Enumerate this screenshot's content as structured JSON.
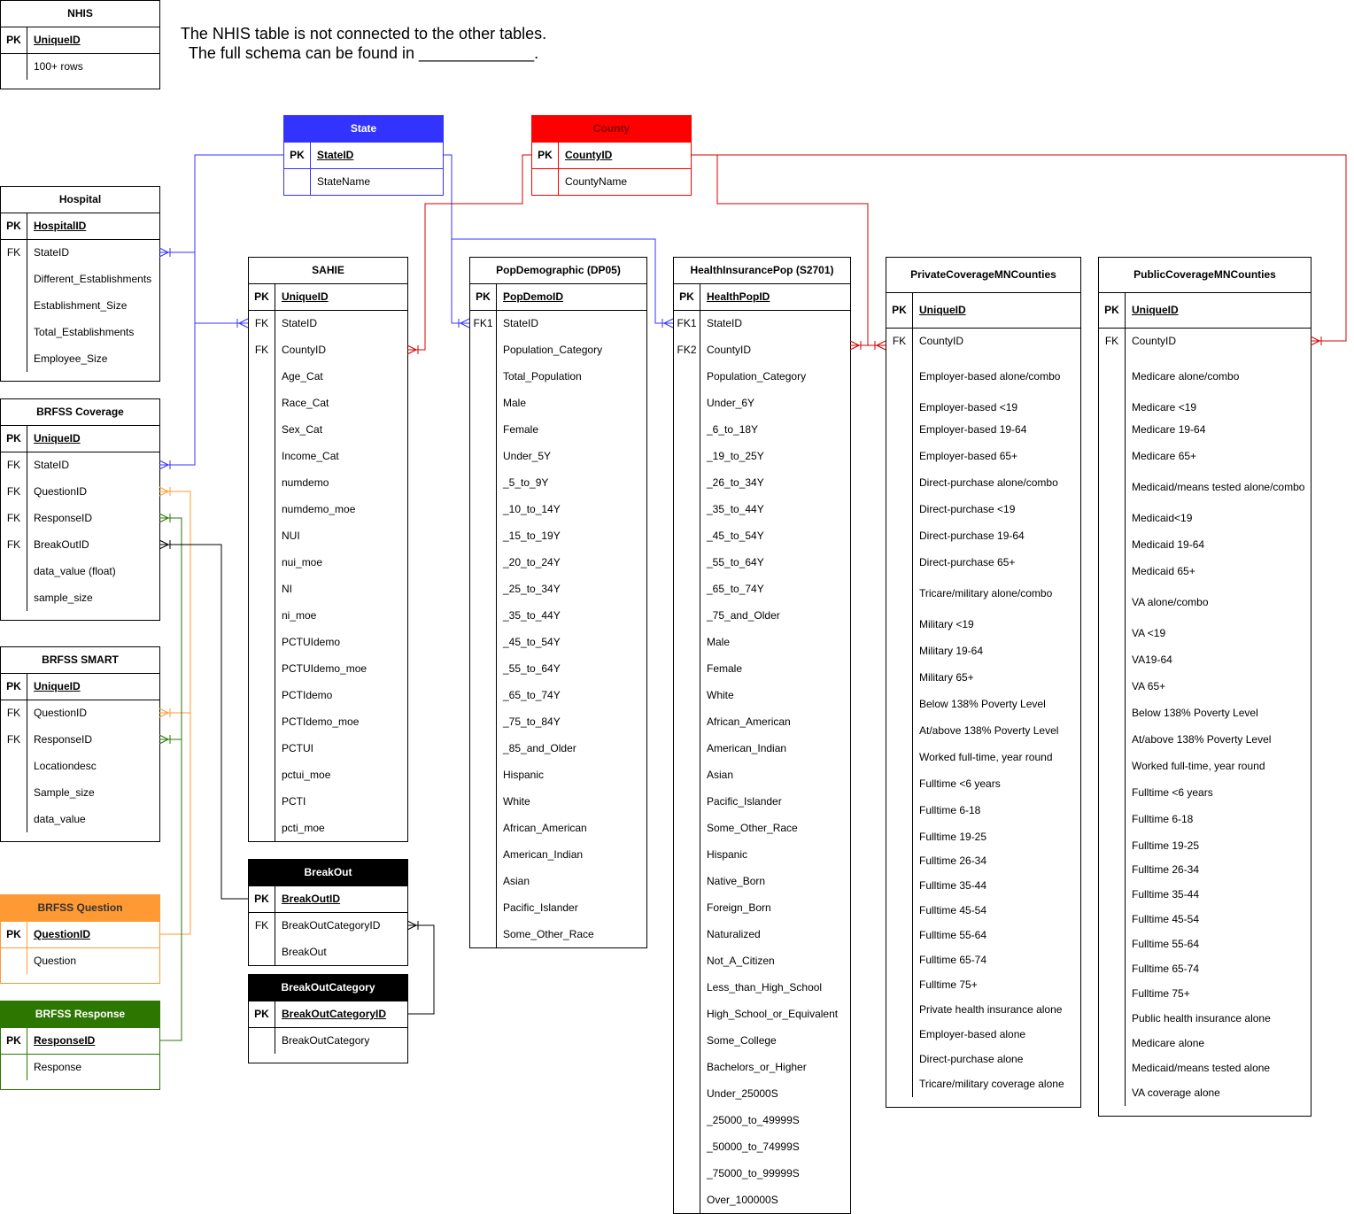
{
  "note": {
    "line1": "The NHIS table is not connected to the other tables.",
    "line2": "The full schema can be found in _____________."
  },
  "link_colors": {
    "state": "#3333FF",
    "county": "#D40000",
    "question": "#FF9933",
    "response": "#2D7600",
    "breakout": "#000000"
  },
  "tables": [
    {
      "name": "NHIS",
      "rows": [
        {
          "key": "PK",
          "field": "UniqueID"
        },
        {
          "field": "100+ rows"
        }
      ]
    },
    {
      "name": "State",
      "header_color": "#3333FF",
      "header_text_color": "#FFFFFF",
      "border_color": "#3333FF",
      "rows": [
        {
          "key": "PK",
          "field": "StateID"
        },
        {
          "field": "StateName"
        }
      ]
    },
    {
      "name": "County",
      "header_color": "#FF0000",
      "header_text_color": "#7F0000",
      "border_color": "#FF0000",
      "rows": [
        {
          "key": "PK",
          "field": "CountyID"
        },
        {
          "field": "CountyName"
        }
      ]
    },
    {
      "name": "Hospital",
      "rows": [
        {
          "key": "PK",
          "field": "HospitalID"
        },
        {
          "key": "FK",
          "field": "StateID"
        },
        {
          "field": "Different_Establishments"
        },
        {
          "field": "Establishment_Size"
        },
        {
          "field": "Total_Establishments"
        },
        {
          "field": "Employee_Size"
        }
      ]
    },
    {
      "name": "BRFSS Coverage",
      "rows": [
        {
          "key": "PK",
          "field": "UniqueID"
        },
        {
          "key": "FK",
          "field": "StateID"
        },
        {
          "key": "FK",
          "field": "QuestionID"
        },
        {
          "key": "FK",
          "field": "ResponseID"
        },
        {
          "key": "FK",
          "field": "BreakOutID"
        },
        {
          "field": "data_value (float)"
        },
        {
          "field": "sample_size"
        }
      ]
    },
    {
      "name": "BRFSS SMART",
      "rows": [
        {
          "key": "PK",
          "field": "UniqueID"
        },
        {
          "key": "FK",
          "field": "QuestionID"
        },
        {
          "key": "FK",
          "field": "ResponseID"
        },
        {
          "field": "Locationdesc"
        },
        {
          "field": "Sample_size"
        },
        {
          "field": "data_value"
        }
      ]
    },
    {
      "name": "BRFSS Question",
      "header_color": "#FF9933",
      "header_text_color": "#333333",
      "border_color": "#FF9933",
      "rows": [
        {
          "key": "PK",
          "field": "QuestionID"
        },
        {
          "field": "Question"
        }
      ]
    },
    {
      "name": "BRFSS Response",
      "header_color": "#2D7600",
      "header_text_color": "#FFFFFF",
      "border_color": "#2D7600",
      "rows": [
        {
          "key": "PK",
          "field": "ResponseID"
        },
        {
          "field": "Response"
        }
      ]
    },
    {
      "name": "SAHIE",
      "rows": [
        {
          "key": "PK",
          "field": "UniqueID"
        },
        {
          "key": "FK",
          "field": "StateID"
        },
        {
          "key": "FK",
          "field": "CountyID"
        },
        {
          "field": "Age_Cat"
        },
        {
          "field": "Race_Cat"
        },
        {
          "field": "Sex_Cat"
        },
        {
          "field": "Income_Cat"
        },
        {
          "field": "numdemo"
        },
        {
          "field": "numdemo_moe"
        },
        {
          "field": "NUI"
        },
        {
          "field": "nui_moe"
        },
        {
          "field": "NI"
        },
        {
          "field": "ni_moe"
        },
        {
          "field": "PCTUIdemo"
        },
        {
          "field": "PCTUIdemo_moe"
        },
        {
          "field": "PCTIdemo"
        },
        {
          "field": "PCTIdemo_moe"
        },
        {
          "field": "PCTUI"
        },
        {
          "field": "pctui_moe"
        },
        {
          "field": "PCTI"
        },
        {
          "field": "pcti_moe"
        }
      ]
    },
    {
      "name": "BreakOut",
      "header_color": "#000000",
      "header_text_color": "#FFFFFF",
      "border_color": "#000000",
      "rows": [
        {
          "key": "PK",
          "field": "BreakOutID"
        },
        {
          "key": "FK",
          "field": "BreakOutCategoryID"
        },
        {
          "field": "BreakOut"
        }
      ]
    },
    {
      "name": "BreakOutCategory",
      "header_color": "#000000",
      "header_text_color": "#FFFFFF",
      "border_color": "#000000",
      "rows": [
        {
          "key": "PK",
          "field": "BreakOutCategoryID"
        },
        {
          "field": "BreakOutCategory"
        }
      ]
    },
    {
      "name": "PopDemographic (DP05)",
      "rows": [
        {
          "key": "PK",
          "field": "PopDemoID"
        },
        {
          "key": "FK1",
          "field": "StateID"
        },
        {
          "field": "Population_Category"
        },
        {
          "field": "Total_Population"
        },
        {
          "field": "Male"
        },
        {
          "field": "Female"
        },
        {
          "field": "Under_5Y"
        },
        {
          "field": "_5_to_9Y"
        },
        {
          "field": "_10_to_14Y"
        },
        {
          "field": "_15_to_19Y"
        },
        {
          "field": "_20_to_24Y"
        },
        {
          "field": "_25_to_34Y"
        },
        {
          "field": "_35_to_44Y"
        },
        {
          "field": "_45_to_54Y"
        },
        {
          "field": "_55_to_64Y"
        },
        {
          "field": "_65_to_74Y"
        },
        {
          "field": "_75_to_84Y"
        },
        {
          "field": "_85_and_Older"
        },
        {
          "field": "Hispanic"
        },
        {
          "field": "White"
        },
        {
          "field": "African_American"
        },
        {
          "field": "American_Indian"
        },
        {
          "field": "Asian"
        },
        {
          "field": "Pacific_Islander"
        },
        {
          "field": "Some_Other_Race"
        }
      ]
    },
    {
      "name": "HealthInsurancePop (S2701)",
      "rows": [
        {
          "key": "PK",
          "field": "HealthPopID"
        },
        {
          "key": "FK1",
          "field": "StateID"
        },
        {
          "key": "FK2",
          "field": "CountyID"
        },
        {
          "field": "Population_Category"
        },
        {
          "field": "Under_6Y"
        },
        {
          "field": "_6_to_18Y"
        },
        {
          "field": "_19_to_25Y"
        },
        {
          "field": "_26_to_34Y"
        },
        {
          "field": "_35_to_44Y"
        },
        {
          "field": "_45_to_54Y"
        },
        {
          "field": "_55_to_64Y"
        },
        {
          "field": "_65_to_74Y"
        },
        {
          "field": "_75_and_Older"
        },
        {
          "field": "Male"
        },
        {
          "field": "Female"
        },
        {
          "field": "White"
        },
        {
          "field": "African_American"
        },
        {
          "field": "American_Indian"
        },
        {
          "field": "Asian"
        },
        {
          "field": "Pacific_Islander"
        },
        {
          "field": "Some_Other_Race"
        },
        {
          "field": "Hispanic"
        },
        {
          "field": "Native_Born"
        },
        {
          "field": "Foreign_Born"
        },
        {
          "field": "Naturalized"
        },
        {
          "field": "Not_A_Citizen"
        },
        {
          "field": "Less_than_High_School"
        },
        {
          "field": "High_School_or_Equivalent"
        },
        {
          "field": "Some_College"
        },
        {
          "field": "Bachelors_or_Higher"
        },
        {
          "field": "Under_25000S"
        },
        {
          "field": "_25000_to_49999S"
        },
        {
          "field": "_50000_to_74999S"
        },
        {
          "field": "_75000_to_99999S"
        },
        {
          "field": "Over_100000S"
        }
      ]
    },
    {
      "name": "PrivateCoverageMNCounties",
      "rows": [
        {
          "key": "PK",
          "field": "UniqueID"
        },
        {
          "key": "FK",
          "field": "CountyID"
        },
        {
          "field": "Employer-based alone/combo"
        },
        {
          "field": "Employer-based <19"
        },
        {
          "field": "Employer-based 19-64"
        },
        {
          "field": "Employer-based 65+"
        },
        {
          "field": "Direct-purchase alone/combo"
        },
        {
          "field": "Direct-purchase <19"
        },
        {
          "field": "Direct-purchase 19-64"
        },
        {
          "field": "Direct-purchase 65+"
        },
        {
          "field": "Tricare/military alone/combo"
        },
        {
          "field": "Military <19"
        },
        {
          "field": "Military 19-64"
        },
        {
          "field": "Military 65+"
        },
        {
          "field": "Below 138% Poverty Level"
        },
        {
          "field": "At/above 138% Poverty Level"
        },
        {
          "field": "Worked full-time, year round"
        },
        {
          "field": "Fulltime <6 years"
        },
        {
          "field": "Fulltime 6-18"
        },
        {
          "field": "Fulltime 19-25"
        },
        {
          "field": "Fulltime 26-34"
        },
        {
          "field": "Fulltime 35-44"
        },
        {
          "field": "Fulltime 45-54"
        },
        {
          "field": "Fulltime 55-64"
        },
        {
          "field": "Fulltime 65-74"
        },
        {
          "field": "Fulltime 75+"
        },
        {
          "field": "Private health insurance alone"
        },
        {
          "field": "Employer-based alone"
        },
        {
          "field": "Direct-purchase alone"
        },
        {
          "field": "Tricare/military coverage alone"
        }
      ]
    },
    {
      "name": "PublicCoverageMNCounties",
      "rows": [
        {
          "key": "PK",
          "field": "UniqueID"
        },
        {
          "key": "FK",
          "field": "CountyID"
        },
        {
          "field": "Medicare alone/combo"
        },
        {
          "field": "Medicare <19"
        },
        {
          "field": "Medicare 19-64"
        },
        {
          "field": "Medicare 65+"
        },
        {
          "field": "Medicaid/means tested alone/combo"
        },
        {
          "field": "Medicaid<19"
        },
        {
          "field": "Medicaid 19-64"
        },
        {
          "field": "Medicaid 65+"
        },
        {
          "field": "VA alone/combo"
        },
        {
          "field": "VA <19"
        },
        {
          "field": "VA19-64"
        },
        {
          "field": "VA 65+"
        },
        {
          "field": "Below 138% Poverty Level"
        },
        {
          "field": "At/above 138% Poverty Level"
        },
        {
          "field": "Worked full-time, year round"
        },
        {
          "field": "Fulltime <6 years"
        },
        {
          "field": "Fulltime 6-18"
        },
        {
          "field": "Fulltime 19-25"
        },
        {
          "field": "Fulltime 26-34"
        },
        {
          "field": "Fulltime 35-44"
        },
        {
          "field": "Fulltime 45-54"
        },
        {
          "field": "Fulltime 55-64"
        },
        {
          "field": "Fulltime 65-74"
        },
        {
          "field": "Fulltime 75+"
        },
        {
          "field": "Public health insurance alone"
        },
        {
          "field": "Medicare alone"
        },
        {
          "field": "Medicaid/means tested alone"
        },
        {
          "field": "VA coverage alone"
        }
      ]
    }
  ]
}
